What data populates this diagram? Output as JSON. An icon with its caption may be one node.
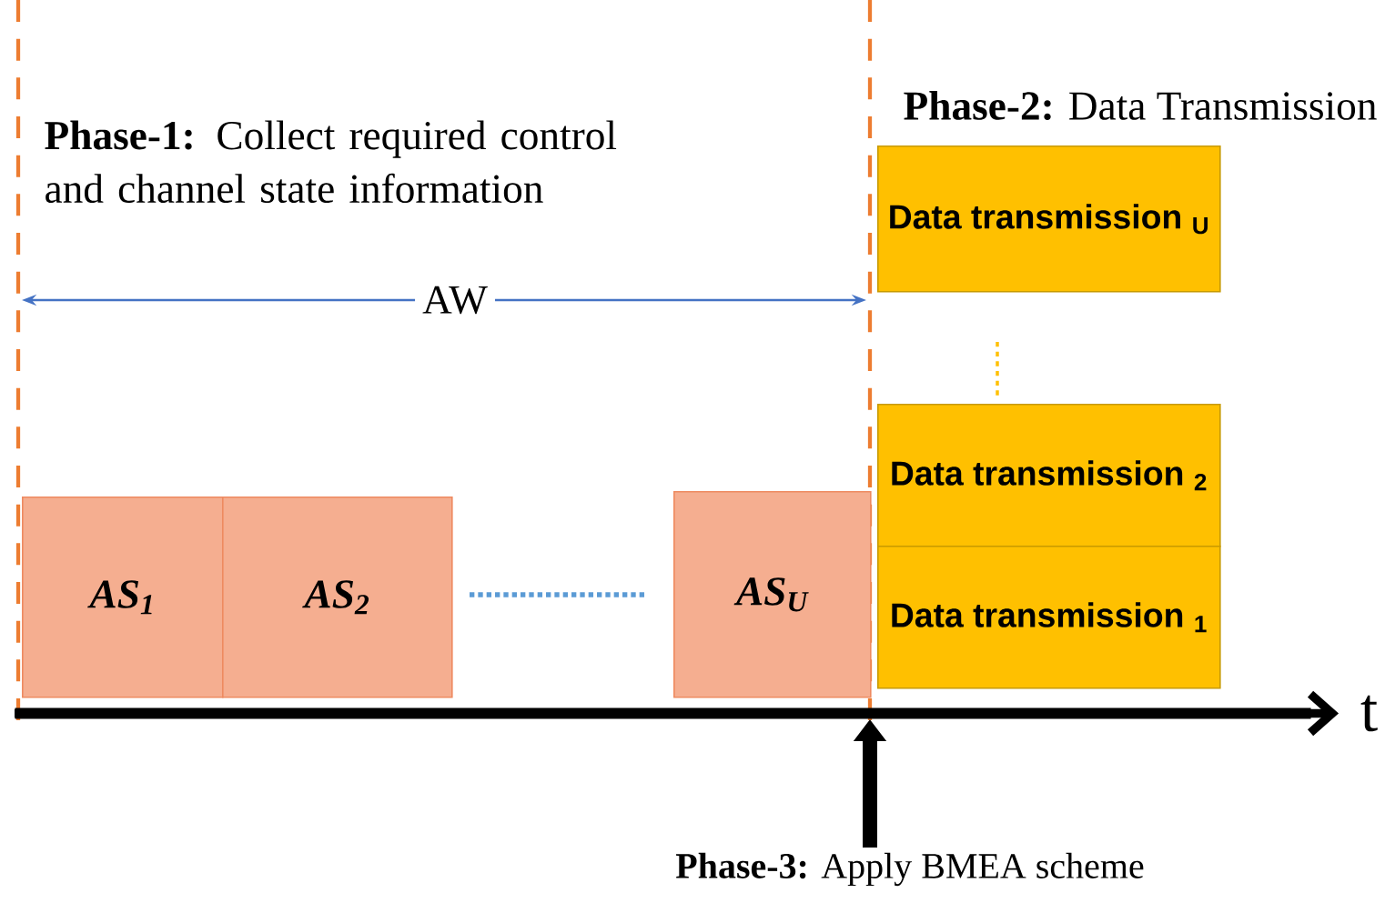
{
  "diagram": {
    "nodes": [
      {
        "text": [
          "AS$_{1}$"
        ]
      },
      {
        "text": [
          "AS$_{2}$"
        ]
      },
      {
        "text": [
          "AS$_{U}$"
        ]
      },
      {
        "text": [
          "Data transmission $_{U}$"
        ]
      },
      {
        "text": [
          "Data transmission $_{2}$"
        ]
      },
      {
        "text": [
          "Data transmission $_{1}$"
        ]
      },
      {
        "text": [
          "**Phase-3:** Apply BMEA scheme"
        ]
      },
      {
        "text": [],
        "shape": "arrow",
        "beside": [
          "t"
        ]
      }
    ],
    "edges": [
      {
        "from": 6,
        "to": 7,
        "arrow": "to"
      }
    ],
    "labels": [
      "**Phase-1:** Collect required control and channel state information",
      "**Phase-2:** Data Transmission",
      "AW"
    ]
  }
}
